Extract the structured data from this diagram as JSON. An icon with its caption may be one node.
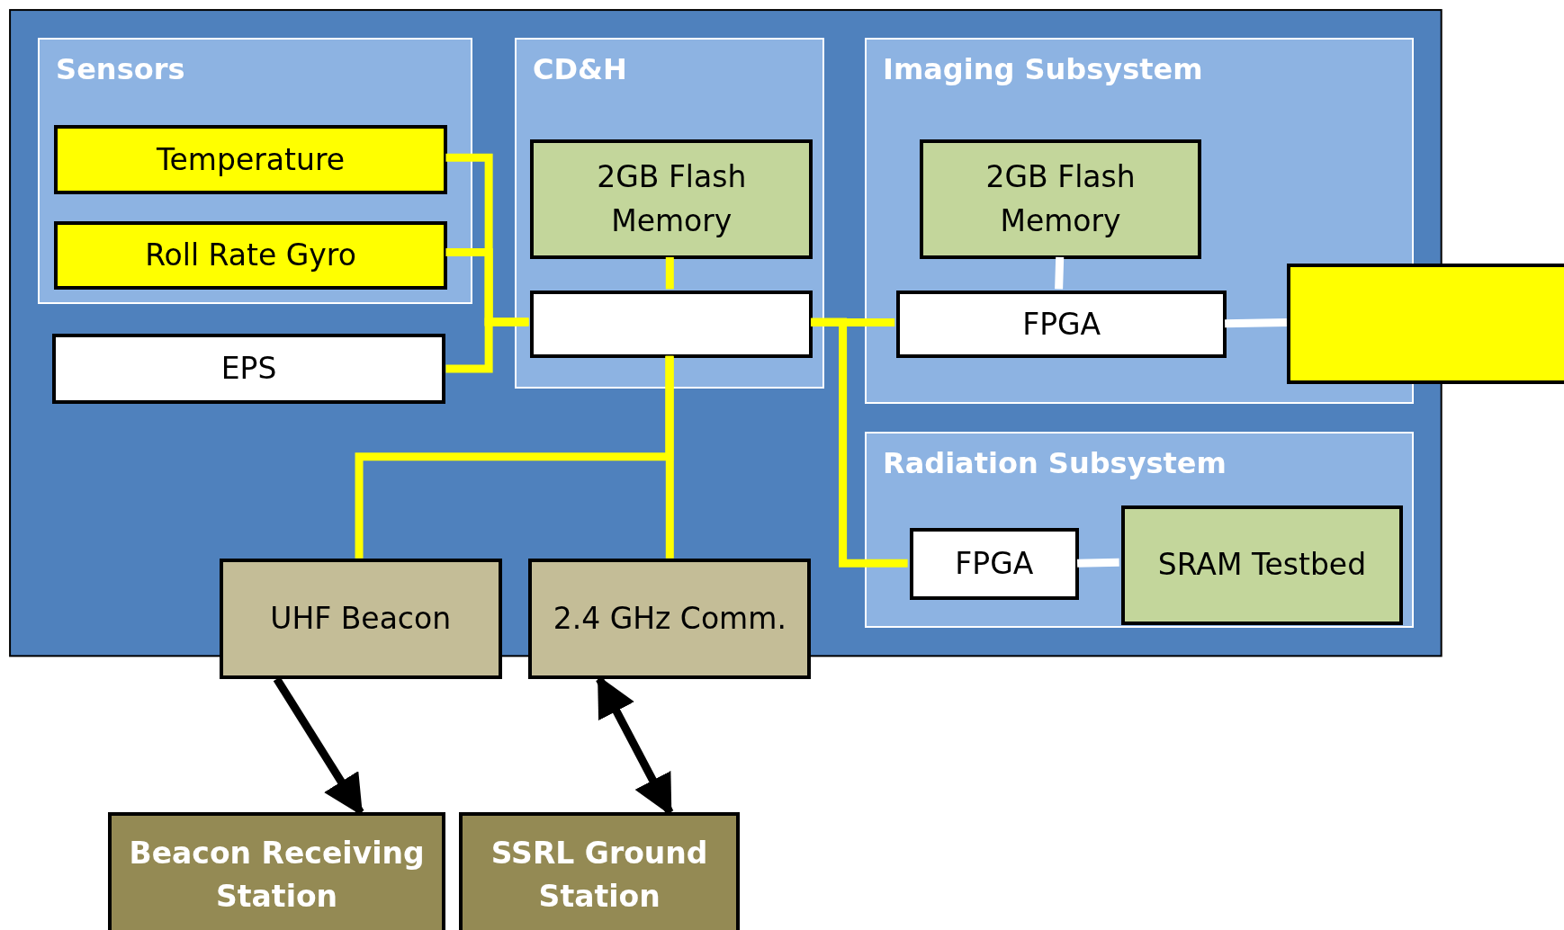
{
  "diagram": {
    "nodes": [
      {
        "text": [
          "Sensors"
        ]
      },
      {
        "text": [
          "Temperature"
        ],
        "in": 0
      },
      {
        "text": [
          "Roll Rate Gyro"
        ],
        "in": 0
      },
      {
        "text": [
          "EPS"
        ]
      },
      {
        "text": [
          "CD&H"
        ]
      },
      {
        "text": [
          "2GB Flash Memory"
        ],
        "in": 4
      },
      {
        "text": [],
        "shape": "box",
        "in": 4
      },
      {
        "text": [
          "Imaging Subsystem"
        ]
      },
      {
        "text": [
          "2GB Flash Memory"
        ],
        "in": 7
      },
      {
        "text": [
          "FPGA"
        ],
        "in": 7
      },
      {
        "text": [],
        "shape": "box"
      },
      {
        "text": [
          "Radiation Subsystem"
        ]
      },
      {
        "text": [
          "FPGA"
        ],
        "in": 11
      },
      {
        "text": [
          "SRAM Testbed"
        ],
        "in": 11
      },
      {
        "text": [
          "UHF Beacon"
        ]
      },
      {
        "text": [
          "2.4 GHz Comm."
        ]
      },
      {
        "text": [
          "Beacon Receiving Station"
        ]
      },
      {
        "text": [
          "SSRL Ground Station"
        ]
      }
    ],
    "edges": [
      {
        "from": 1,
        "to": 6,
        "arrow": "none"
      },
      {
        "from": 2,
        "to": 6,
        "arrow": "none"
      },
      {
        "from": 3,
        "to": 6,
        "arrow": "none"
      },
      {
        "from": 5,
        "to": 6,
        "arrow": "none"
      },
      {
        "from": 6,
        "to": 9,
        "arrow": "none"
      },
      {
        "from": 6,
        "to": 12,
        "arrow": "none"
      },
      {
        "from": 8,
        "to": 9,
        "arrow": "none",
        "color": "#ffffff"
      },
      {
        "from": 9,
        "to": 10,
        "arrow": "none",
        "color": "#ffffff"
      },
      {
        "from": 12,
        "to": 13,
        "arrow": "none",
        "color": "#ffffff"
      },
      {
        "from": 6,
        "to": 14,
        "arrow": "none"
      },
      {
        "from": 6,
        "to": 15,
        "arrow": "none"
      },
      {
        "from": 14,
        "to": 16,
        "arrow": "to",
        "color": "#000000"
      },
      {
        "from": 15,
        "to": 17,
        "arrow": "both",
        "color": "#000000"
      }
    ]
  }
}
